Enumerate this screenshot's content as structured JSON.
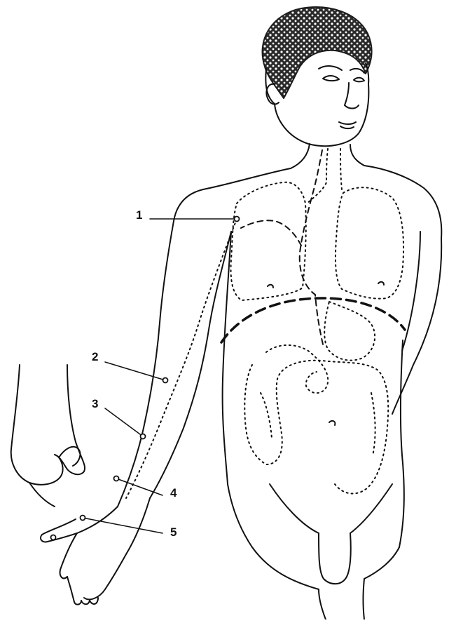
{
  "figure": {
    "callouts": [
      {
        "label": "1"
      },
      {
        "label": "2"
      },
      {
        "label": "3"
      },
      {
        "label": "4"
      },
      {
        "label": "5"
      }
    ]
  },
  "colors": {
    "ink": "#111111",
    "hair": "#1c1c1c",
    "background": "#ffffff"
  }
}
